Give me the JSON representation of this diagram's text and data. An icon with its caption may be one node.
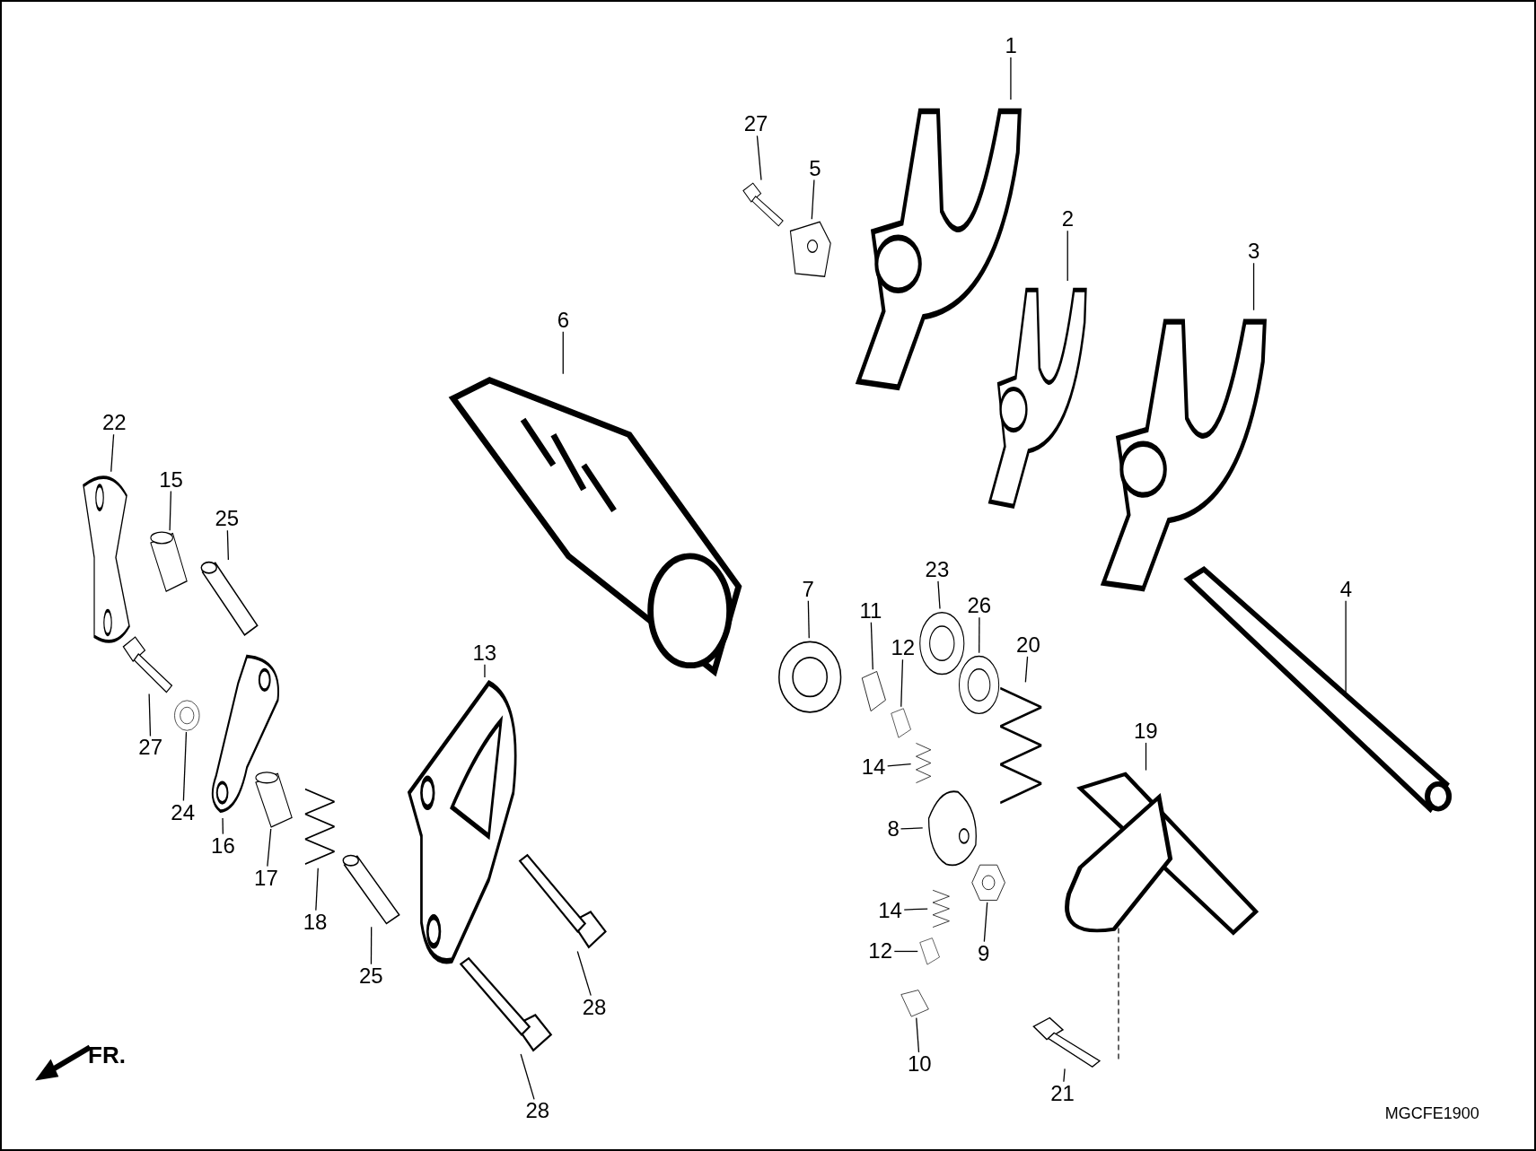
{
  "diagram": {
    "nodes": [
      {
        "text": [
          "1"
        ]
      },
      {
        "text": [],
        "shape": "picture"
      },
      {
        "text": [
          "27"
        ]
      },
      {
        "text": [],
        "shape": "picture"
      },
      {
        "text": [
          "5"
        ]
      },
      {
        "text": [],
        "shape": "picture"
      },
      {
        "text": [
          "2"
        ]
      },
      {
        "text": [],
        "shape": "picture"
      },
      {
        "text": [
          "3"
        ]
      },
      {
        "text": [],
        "shape": "picture"
      },
      {
        "text": [
          "6"
        ]
      },
      {
        "text": [],
        "shape": "picture"
      },
      {
        "text": [
          "22"
        ]
      },
      {
        "text": [],
        "shape": "picture"
      },
      {
        "text": [
          "15"
        ]
      },
      {
        "text": [],
        "shape": "picture"
      },
      {
        "text": [
          "25"
        ]
      },
      {
        "text": [],
        "shape": "picture"
      },
      {
        "text": [
          "4"
        ]
      },
      {
        "text": [],
        "shape": "picture"
      },
      {
        "text": [
          "7"
        ]
      },
      {
        "text": [],
        "shape": "picture"
      },
      {
        "text": [
          "11"
        ]
      },
      {
        "text": [],
        "shape": "picture"
      },
      {
        "text": [
          "23"
        ]
      },
      {
        "text": [],
        "shape": "picture"
      },
      {
        "text": [
          "26"
        ]
      },
      {
        "text": [],
        "shape": "picture"
      },
      {
        "text": [
          "20"
        ]
      },
      {
        "text": [],
        "shape": "picture"
      },
      {
        "text": [
          "12"
        ]
      },
      {
        "text": [],
        "shape": "picture"
      },
      {
        "text": [
          "13"
        ]
      },
      {
        "text": [],
        "shape": "picture"
      },
      {
        "text": [
          "27"
        ]
      },
      {
        "text": [],
        "shape": "picture"
      },
      {
        "text": [
          "24"
        ]
      },
      {
        "text": [],
        "shape": "picture"
      },
      {
        "text": [
          "16"
        ]
      },
      {
        "text": [],
        "shape": "picture"
      },
      {
        "text": [
          "17"
        ]
      },
      {
        "text": [],
        "shape": "picture"
      },
      {
        "text": [
          "18"
        ]
      },
      {
        "text": [],
        "shape": "picture"
      },
      {
        "text": [
          "14"
        ]
      },
      {
        "text": [],
        "shape": "picture"
      },
      {
        "text": [
          "8"
        ]
      },
      {
        "text": [],
        "shape": "picture"
      },
      {
        "text": [
          "19"
        ]
      },
      {
        "text": [],
        "shape": "picture"
      },
      {
        "text": [
          "25"
        ]
      },
      {
        "text": [],
        "shape": "picture"
      },
      {
        "text": [
          "28"
        ]
      },
      {
        "text": [],
        "shape": "picture"
      },
      {
        "text": [
          "14"
        ]
      },
      {
        "text": [],
        "shape": "picture"
      },
      {
        "text": [
          "12"
        ]
      },
      {
        "text": [],
        "shape": "picture"
      },
      {
        "text": [
          "9"
        ]
      },
      {
        "text": [],
        "shape": "picture"
      },
      {
        "text": [
          "28"
        ]
      },
      {
        "text": [],
        "shape": "picture"
      },
      {
        "text": [
          "10"
        ]
      },
      {
        "text": [],
        "shape": "picture"
      },
      {
        "text": [
          "21"
        ]
      },
      {
        "text": [],
        "shape": "picture"
      }
    ],
    "edges": [
      {
        "from": 0,
        "to": 1,
        "arrow": "none"
      },
      {
        "from": 2,
        "to": 3,
        "arrow": "none"
      },
      {
        "from": 4,
        "to": 5,
        "arrow": "none"
      },
      {
        "from": 6,
        "to": 7,
        "arrow": "none"
      },
      {
        "from": 8,
        "to": 9,
        "arrow": "none"
      },
      {
        "from": 10,
        "to": 11,
        "arrow": "none"
      },
      {
        "from": 12,
        "to": 13,
        "arrow": "none"
      },
      {
        "from": 14,
        "to": 15,
        "arrow": "none"
      },
      {
        "from": 16,
        "to": 17,
        "arrow": "none"
      },
      {
        "from": 18,
        "to": 19,
        "arrow": "none"
      },
      {
        "from": 20,
        "to": 21,
        "arrow": "none"
      },
      {
        "from": 22,
        "to": 23,
        "arrow": "none"
      },
      {
        "from": 24,
        "to": 25,
        "arrow": "none"
      },
      {
        "from": 26,
        "to": 27,
        "arrow": "none"
      },
      {
        "from": 28,
        "to": 29,
        "arrow": "none"
      },
      {
        "from": 30,
        "to": 31,
        "arrow": "none"
      },
      {
        "from": 32,
        "to": 33,
        "arrow": "none"
      },
      {
        "from": 34,
        "to": 35,
        "arrow": "none"
      },
      {
        "from": 36,
        "to": 37,
        "arrow": "none"
      },
      {
        "from": 38,
        "to": 39,
        "arrow": "none"
      },
      {
        "from": 40,
        "to": 41,
        "arrow": "none"
      },
      {
        "from": 42,
        "to": 43,
        "arrow": "none"
      },
      {
        "from": 44,
        "to": 45,
        "arrow": "none"
      },
      {
        "from": 46,
        "to": 47,
        "arrow": "none"
      },
      {
        "from": 48,
        "to": 49,
        "arrow": "none"
      },
      {
        "from": 50,
        "to": 51,
        "arrow": "none"
      },
      {
        "from": 52,
        "to": 53,
        "arrow": "none"
      },
      {
        "from": 54,
        "to": 55,
        "arrow": "none"
      },
      {
        "from": 56,
        "to": 57,
        "arrow": "none"
      },
      {
        "from": 58,
        "to": 59,
        "arrow": "none"
      },
      {
        "from": 60,
        "to": 61,
        "arrow": "none"
      },
      {
        "from": 62,
        "to": 63,
        "arrow": "none"
      },
      {
        "from": 64,
        "to": 65,
        "arrow": "none"
      }
    ],
    "labels": [
      "FR.",
      "MGCFE1900"
    ]
  }
}
